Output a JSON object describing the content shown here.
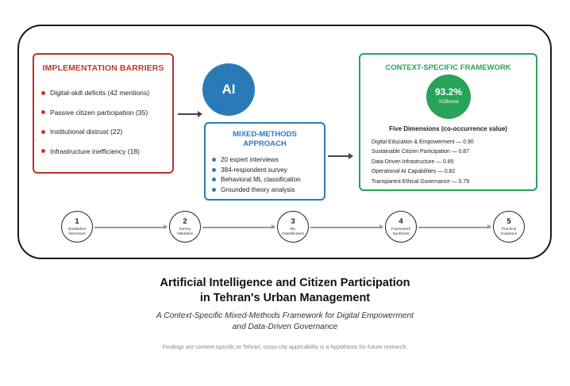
{
  "barriers": {
    "title": "IMPLEMENTATION BARRIERS",
    "items": [
      "Digital-skill deficits (42 mentions)",
      "Passive citizen participation (35)",
      "Institutional distrust (22)",
      "Infrastructure inefficiency (18)"
    ]
  },
  "ai": {
    "label": "AI"
  },
  "methods": {
    "title_line1": "MIXED-METHODS",
    "title_line2": "APPROACH",
    "items": [
      "20 expert interviews",
      "384-respondent survey",
      "Behavioral ML classification",
      "Grounded theory analysis"
    ]
  },
  "framework": {
    "title": "CONTEXT-SPECIFIC FRAMEWORK",
    "accuracy": "93.2%",
    "model": "XGBoost",
    "dims_title": "Five Dimensions (co-occurrence value)",
    "dims": [
      "Digital Education & Empowerment — 0.90",
      "Sustainable Citizen Participation — 0.87",
      "Data-Driven Infrastructure — 0.85",
      "Operational AI Capabilities — 0.82",
      "Transparent Ethical Governance — 0.79"
    ]
  },
  "steps": [
    {
      "num": "1",
      "line1": "Qualitative",
      "line2": "Interviews"
    },
    {
      "num": "2",
      "line1": "Survey",
      "line2": "Validation"
    },
    {
      "num": "3",
      "line1": "ML",
      "line2": "Classification"
    },
    {
      "num": "4",
      "line1": "Framework",
      "line2": "Synthesis"
    },
    {
      "num": "5",
      "line1": "Practical",
      "line2": "Guidance"
    }
  ],
  "title_line1": "Artificial Intelligence and Citizen Participation",
  "title_line2": "in Tehran's Urban Management",
  "subtitle_line1": "A Context-Specific Mixed-Methods Framework for Digital Empowerment",
  "subtitle_line2": "and Data-Driven Governance",
  "footnote": "Findings are context-specific to Tehran; cross-city applicability is a hypothesis for future research.",
  "colors": {
    "barriers": "#c0392b",
    "methods": "#2e7ab8",
    "framework": "#27a35a"
  }
}
